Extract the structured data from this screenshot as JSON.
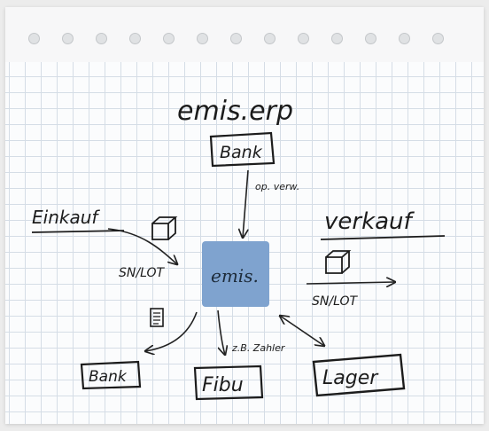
{
  "title": "emis.erp",
  "center": {
    "label": "emis.",
    "color": "#7fa3cf"
  },
  "nodes": {
    "bank_top": "Bank",
    "einkauf": "Einkauf",
    "verkauf": "verkauf",
    "bank_bottom": "Bank",
    "fibu": "Fibu",
    "lager": "Lager"
  },
  "edge_labels": {
    "op_verw": "op. verw.",
    "sn_lot_left": "SN/LOT",
    "sn_lot_right": "SN/LOT",
    "z_b_zahler": "z.B. Zahler"
  },
  "icons": [
    "box-icon",
    "box-icon",
    "document-icon"
  ]
}
